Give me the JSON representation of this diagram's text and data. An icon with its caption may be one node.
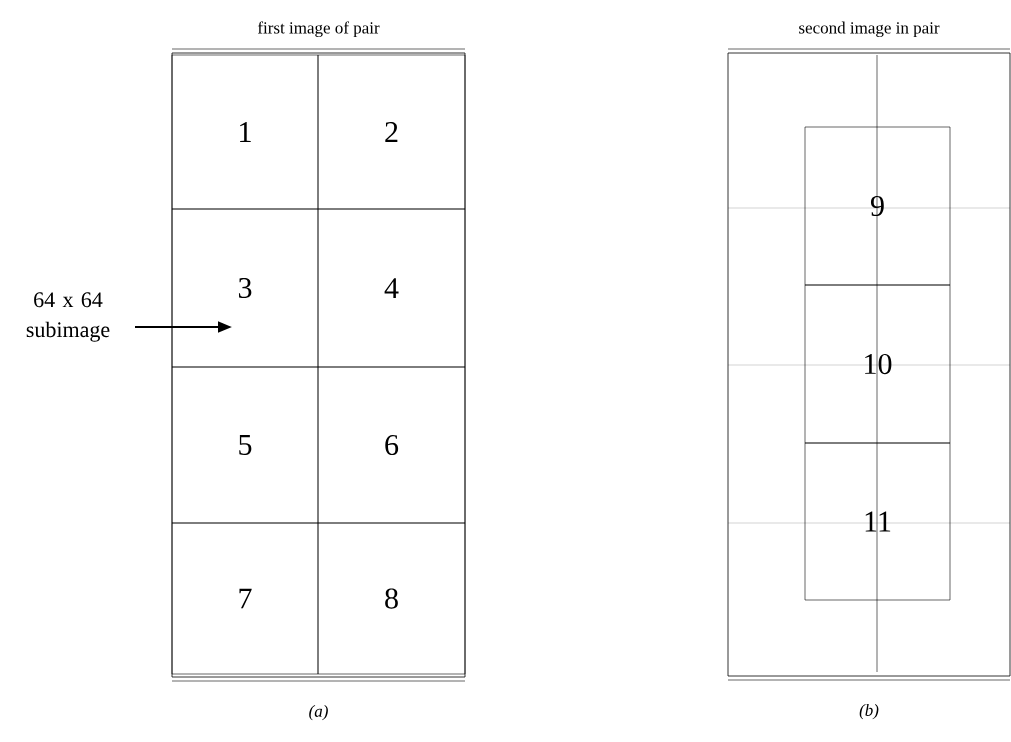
{
  "diagram": {
    "nodes": [
      {
        "text": [
          "first image of pair"
        ],
        "beside": [
          "(a)"
        ]
      },
      {
        "text": [
          "1"
        ],
        "in": 0
      },
      {
        "text": [
          "2"
        ],
        "in": 0
      },
      {
        "text": [
          "3"
        ],
        "in": 0
      },
      {
        "text": [
          "4"
        ],
        "in": 0
      },
      {
        "text": [
          "5"
        ],
        "in": 0
      },
      {
        "text": [
          "6"
        ],
        "in": 0
      },
      {
        "text": [
          "7"
        ],
        "in": 0
      },
      {
        "text": [
          "8"
        ],
        "in": 0
      },
      {
        "text": [
          "second image in pair"
        ],
        "beside": [
          "(b)"
        ]
      },
      {
        "text": [
          "9"
        ],
        "in": 9
      },
      {
        "text": [
          "10"
        ],
        "in": 9
      },
      {
        "text": [
          "11"
        ],
        "in": 9
      },
      {
        "text": [
          "64 x 64 subimage"
        ]
      }
    ],
    "edges": [
      {
        "from": 13,
        "to": 3,
        "arrow": "to"
      }
    ]
  }
}
